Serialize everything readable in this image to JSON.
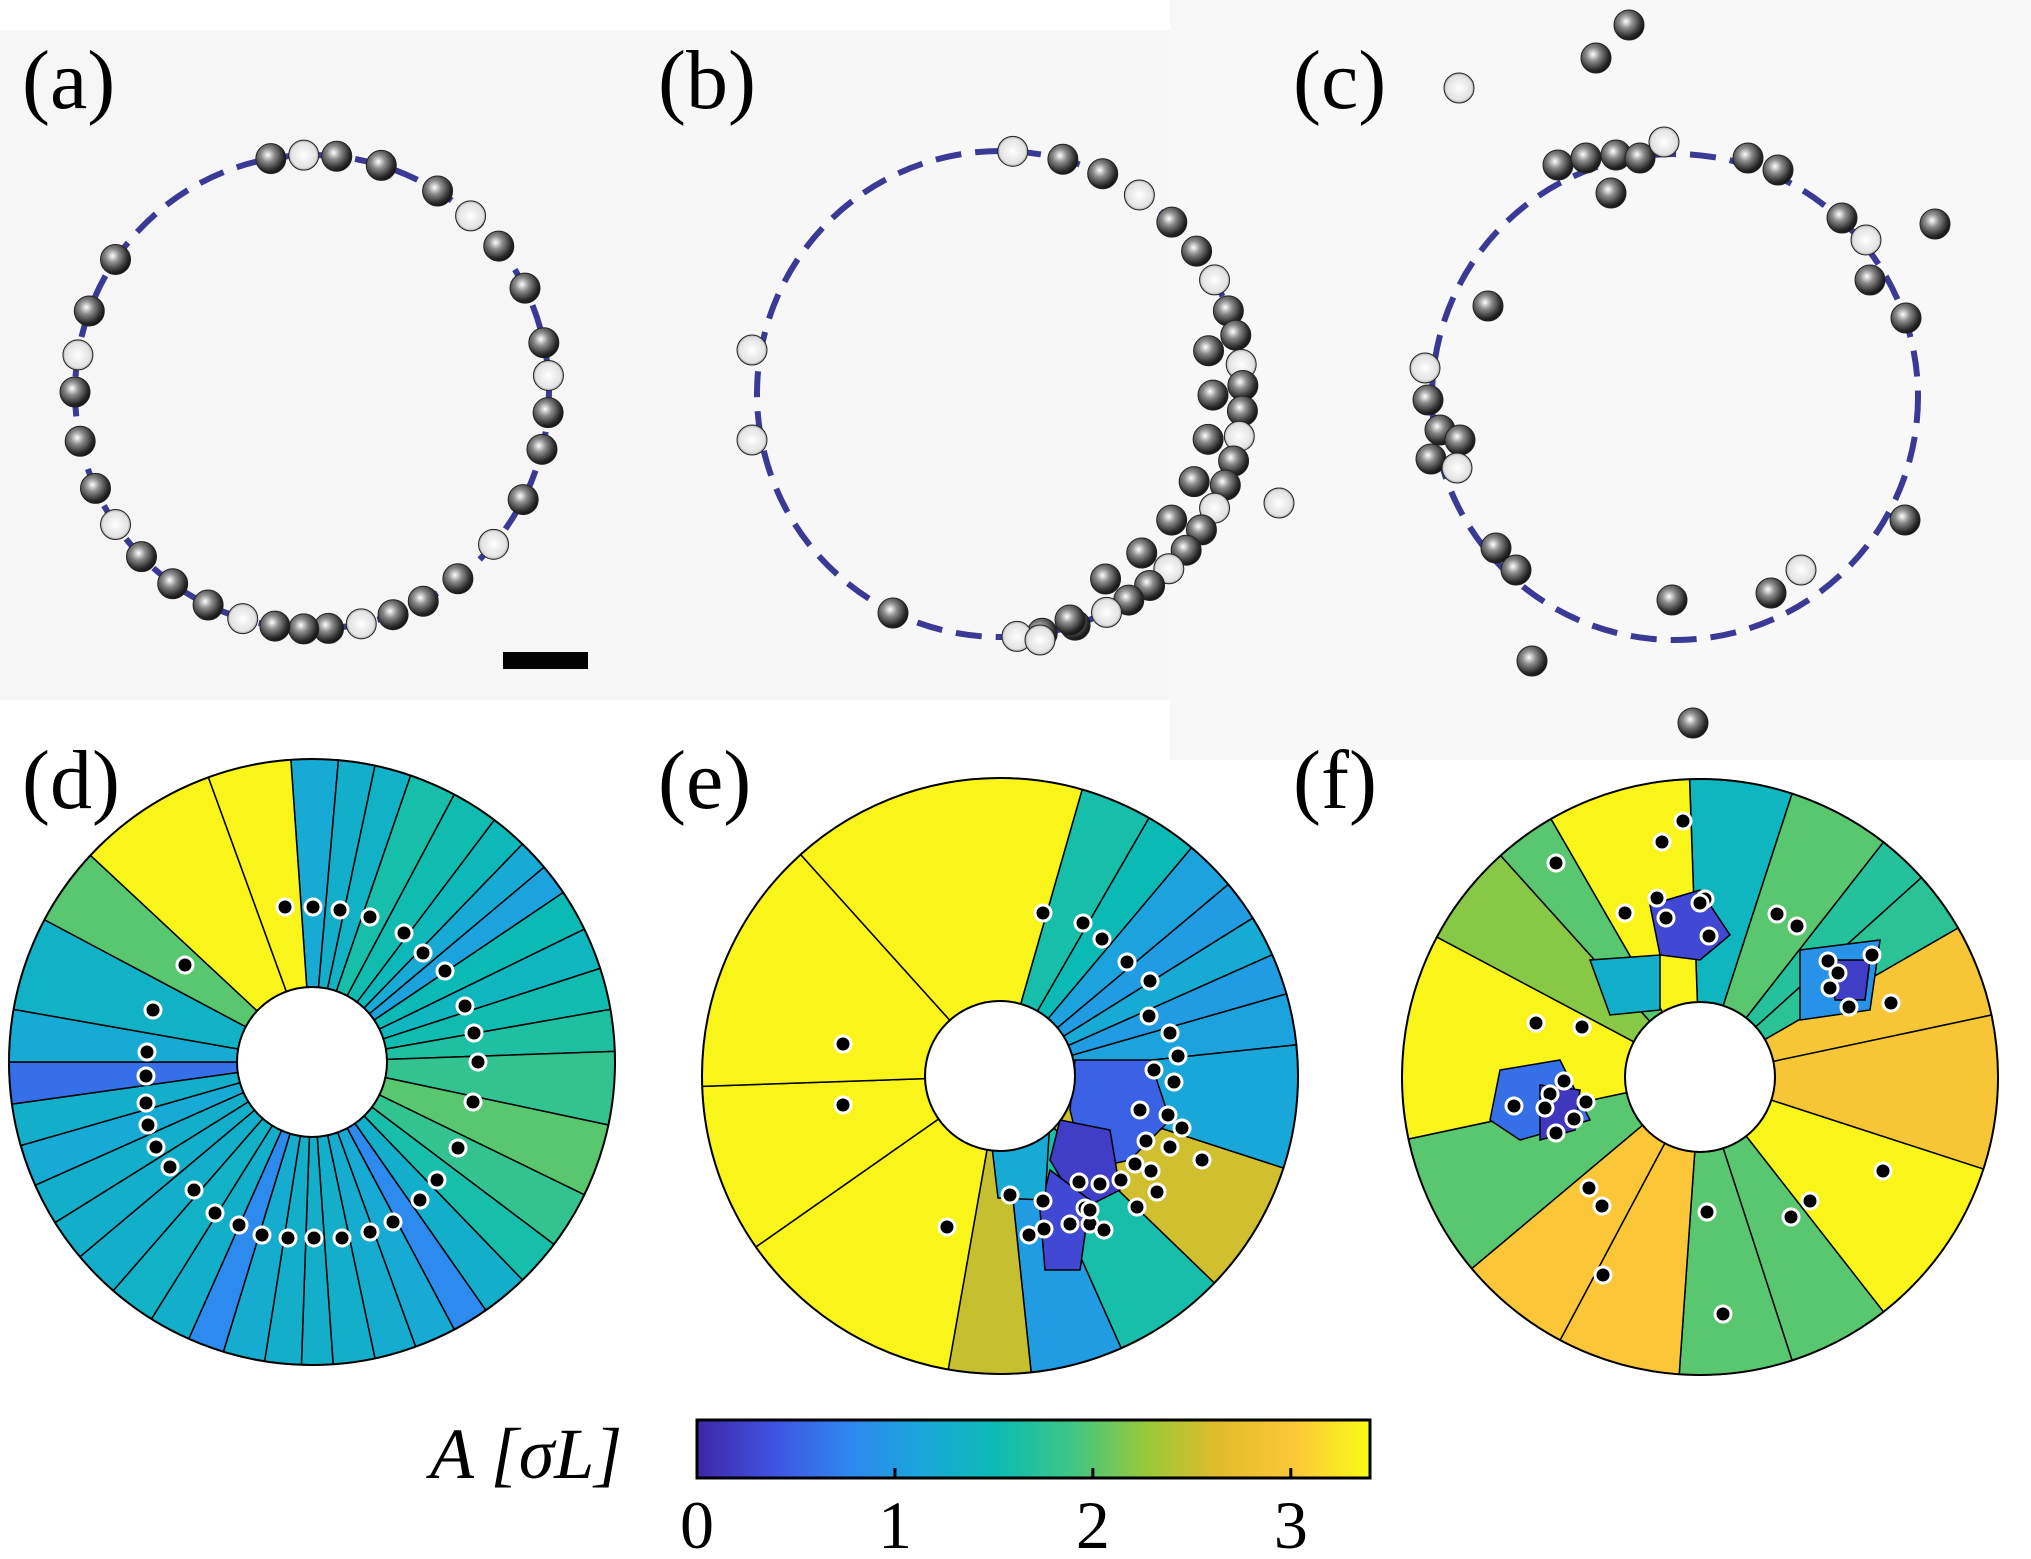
{
  "figure": {
    "panels": [
      {
        "id": "a",
        "label": "(a)",
        "kind": "photo"
      },
      {
        "id": "b",
        "label": "(b)",
        "kind": "photo"
      },
      {
        "id": "c",
        "label": "(c)",
        "kind": "photo"
      },
      {
        "id": "d",
        "label": "(d)",
        "kind": "voronoi"
      },
      {
        "id": "e",
        "label": "(e)",
        "kind": "voronoi"
      },
      {
        "id": "f",
        "label": "(f)",
        "kind": "voronoi"
      }
    ],
    "ring_color": "#3a3a96",
    "scale_bar_color": "#000000"
  },
  "colorbar": {
    "label": "A [σL]",
    "ticks": [
      "0",
      "1",
      "2",
      "3"
    ],
    "tick_values": [
      0,
      1,
      2,
      3
    ],
    "range": [
      0,
      3.4
    ],
    "colormap": "parula",
    "stops": [
      "#3e26a8",
      "#4151e0",
      "#2f86f0",
      "#1aa6db",
      "#0bbbb4",
      "#3ec685",
      "#97c93a",
      "#e3bb2a",
      "#fcc83a",
      "#f9fb15"
    ]
  },
  "colors": {
    "dot_fill": "#000000",
    "dot_stroke": "#ffffff",
    "cell_edge": "#000000"
  }
}
